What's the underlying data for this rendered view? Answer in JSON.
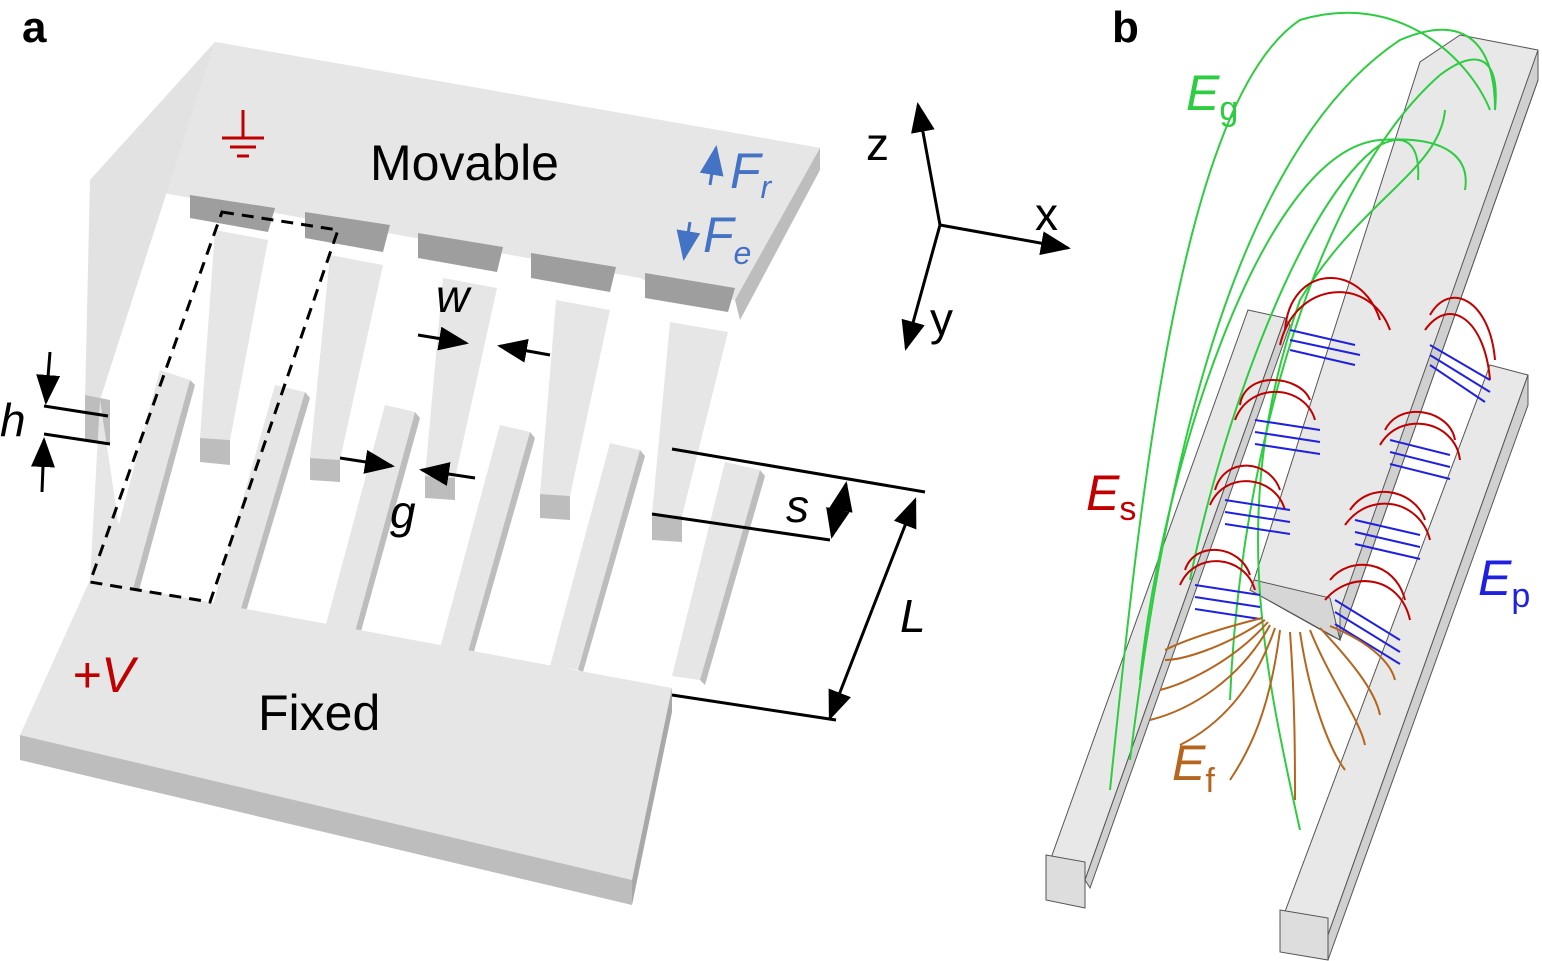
{
  "panel_a": {
    "panel_label": "a",
    "movable_label": "Movable",
    "fixed_label": "Fixed",
    "voltage_label": "+V",
    "ground_symbol": "ground-icon",
    "force_restoring": {
      "symbol": "F",
      "subscript": "r"
    },
    "force_electrostatic": {
      "symbol": "F",
      "subscript": "e"
    },
    "dim_width": "w",
    "dim_gap": "g",
    "dim_height": "h",
    "dim_overlap": "s",
    "dim_length": "L",
    "axes": {
      "z": "z",
      "x": "x",
      "y": "y"
    }
  },
  "panel_b": {
    "panel_label": "b",
    "field_g": {
      "symbol": "E",
      "subscript": "g"
    },
    "field_s": {
      "symbol": "E",
      "subscript": "s"
    },
    "field_p": {
      "symbol": "E",
      "subscript": "p"
    },
    "field_f": {
      "symbol": "E",
      "subscript": "f"
    }
  },
  "colors": {
    "structure": "#e6e6e6",
    "structure_shade": "#bdbdbd",
    "electrical": "#c00000",
    "force": "#4472c4",
    "field_g": "#2ecc40",
    "field_s": "#c00000",
    "field_p": "#2020e0",
    "field_f": "#b5651d"
  }
}
